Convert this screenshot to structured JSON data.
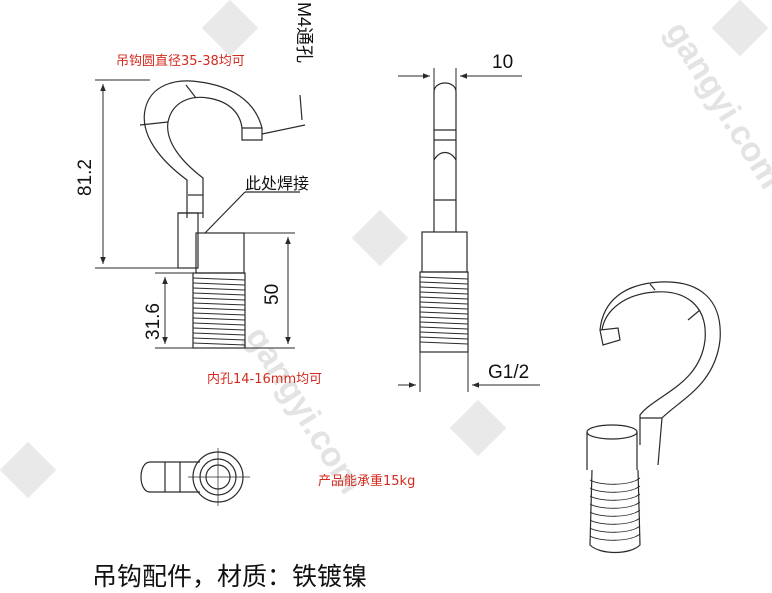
{
  "labels": {
    "hook_diameter": "吊钩圆直径35-38均可",
    "m4_hole": "M4通孔",
    "weld_here": "此处焊接",
    "inner_hole": "内孔14-16mm均可",
    "load_capacity": "产品能承重15kg",
    "caption": "吊钩配件，材质：铁镀镍"
  },
  "dimensions": {
    "height_total": "81.2",
    "thread_height": "31.6",
    "body_height": "50",
    "width": "10",
    "thread_spec": "G1/2"
  },
  "watermark": {
    "text": "gangyi.com"
  },
  "colors": {
    "line": "#2a2a2a",
    "label_red": "#d42a1e",
    "watermark": "#e3e3e3"
  }
}
